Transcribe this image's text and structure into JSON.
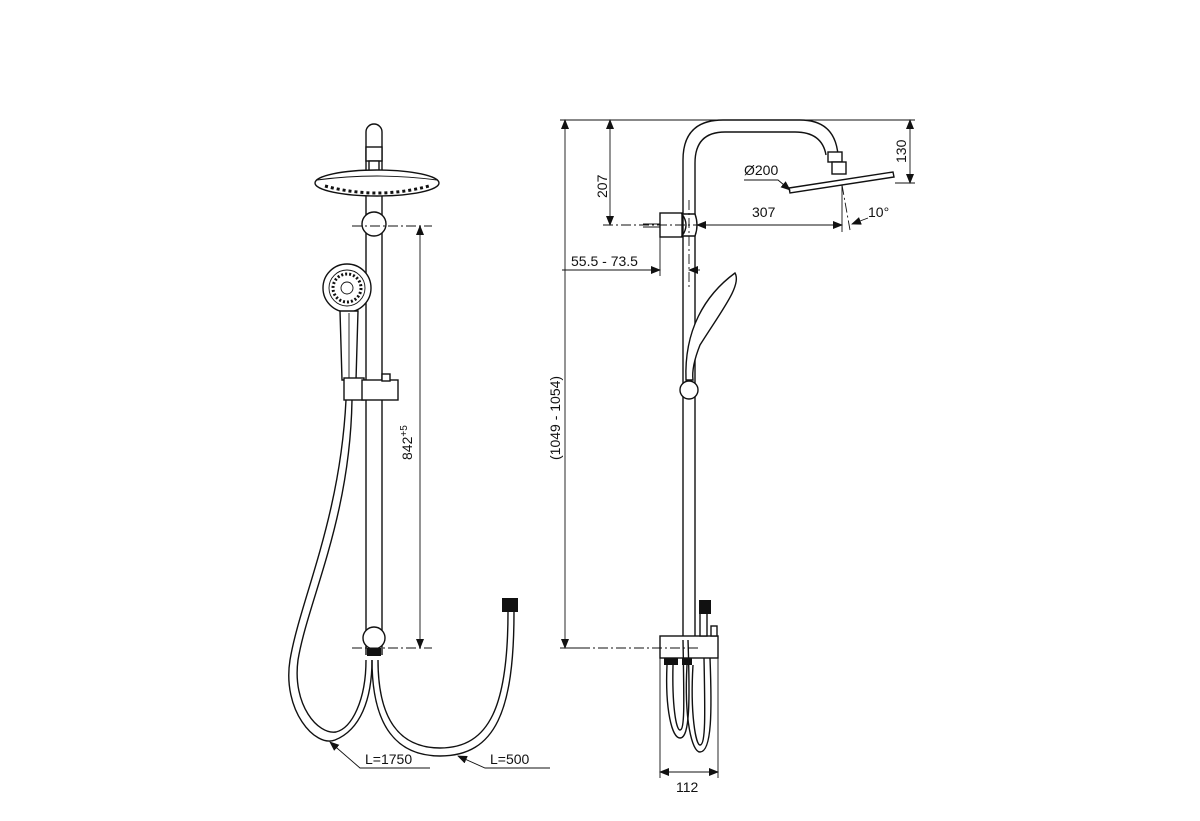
{
  "front_view": {
    "height_dim": "842",
    "height_tolerance": "+5",
    "hose_long": "L=1750",
    "hose_short": "L=500"
  },
  "side_view": {
    "total_height": "(1049 - 1054)",
    "arm_height": "207",
    "head_drop": "130",
    "head_diameter": "Ø200",
    "arm_projection": "307",
    "head_tilt": "10°",
    "wall_distance": "55.5 - 73.5",
    "valve_width": "112"
  }
}
